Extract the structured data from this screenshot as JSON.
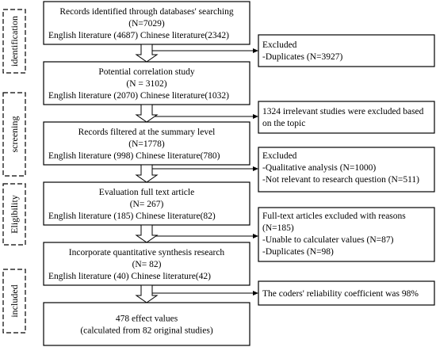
{
  "stages": [
    {
      "label": "identification"
    },
    {
      "label": "screening"
    },
    {
      "label": "Eligibility"
    },
    {
      "label": "included"
    }
  ],
  "main_boxes": [
    {
      "lines": [
        "Records identified through databases' searching",
        "(N=7029)",
        "English literature (4687) Chinese literature(2342)"
      ]
    },
    {
      "lines": [
        "Potential correlation study",
        "(N = 3102)",
        "English literature (2070) Chinese literature(1032)"
      ]
    },
    {
      "lines": [
        "Records filtered at the summary level",
        "(N=1778)",
        "English literature (998) Chinese literature(780)"
      ]
    },
    {
      "lines": [
        "Evaluation full text article",
        "(N= 267)",
        "English literature (185) Chinese literature(82)"
      ]
    },
    {
      "lines": [
        "Incorporate quantitative synthesis research",
        "(N= 82)",
        "English literature (40) Chinese literature(42)"
      ]
    },
    {
      "lines": [
        "478 effect values",
        "(calculated from 82 original studies)"
      ]
    }
  ],
  "side_boxes": [
    {
      "lines": [
        "Excluded",
        "-Duplicates (N=3927)"
      ]
    },
    {
      "lines": [
        "1324 irrelevant studies were excluded based",
        "on the topic"
      ]
    },
    {
      "lines": [
        "Excluded",
        "-Qualitative analysis (N=1000)",
        "-Not relevant to research question (N=511)"
      ]
    },
    {
      "lines": [
        "Full-text articles excluded with reasons",
        "(N=185)",
        "-Unable to calculater values (N=87)",
        "-Duplicates (N=98)"
      ]
    },
    {
      "lines": [
        "The coders' reliability coefficient was 98%"
      ]
    }
  ]
}
